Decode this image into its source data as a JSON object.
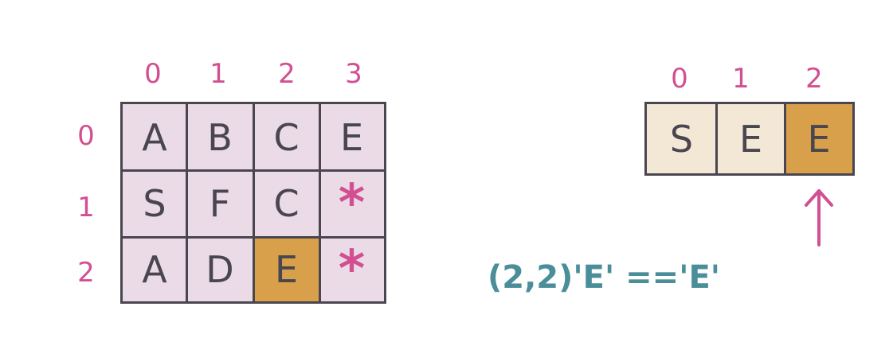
{
  "grid": {
    "col_indices": [
      "0",
      "1",
      "2",
      "3"
    ],
    "row_indices": [
      "0",
      "1",
      "2"
    ],
    "rows": [
      [
        "A",
        "B",
        "C",
        "E"
      ],
      [
        "S",
        "F",
        "C",
        "*"
      ],
      [
        "A",
        "D",
        "E",
        "*"
      ]
    ],
    "highlighted_cell": [
      2,
      2
    ],
    "visited_cells": [
      [
        1,
        3
      ],
      [
        2,
        3
      ]
    ]
  },
  "word": {
    "indices": [
      "0",
      "1",
      "2"
    ],
    "letters": [
      "S",
      "E",
      "E"
    ],
    "highlighted_index": 2
  },
  "caption": "(2,2)'E' =='E'",
  "colors": {
    "index_label": "#d24f92",
    "grid_cell": "#ebdbe6",
    "word_cell": "#f3e8d6",
    "highlight": "#d8a04b",
    "border": "#4a4650",
    "caption": "#4a8e9a"
  }
}
